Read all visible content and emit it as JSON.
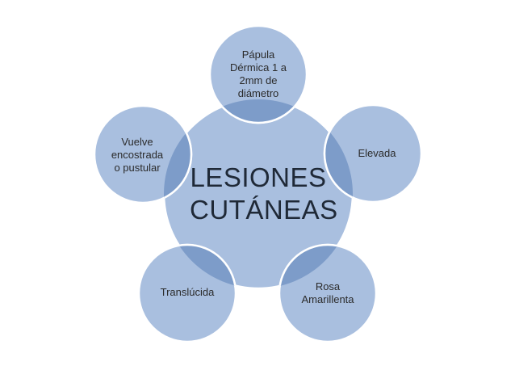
{
  "diagram": {
    "center": {
      "label": "LESIONES CUTÁNEAS"
    },
    "nodes": [
      {
        "lines": [
          "Pápula",
          "Dérmica 1 a",
          "2mm de",
          "diámetro"
        ]
      },
      {
        "lines": [
          "Elevada"
        ]
      },
      {
        "lines": [
          "Rosa",
          "Amarillenta"
        ]
      },
      {
        "lines": [
          "Translúcida"
        ]
      },
      {
        "lines": [
          "Vuelve",
          "encostrada",
          "o pustular"
        ]
      }
    ],
    "colors": {
      "center_fill": "#a9bfdf",
      "node_fill": "#a9bfdf",
      "overlap_fill": "#7d9cc9",
      "stroke": "#ffffff"
    }
  }
}
